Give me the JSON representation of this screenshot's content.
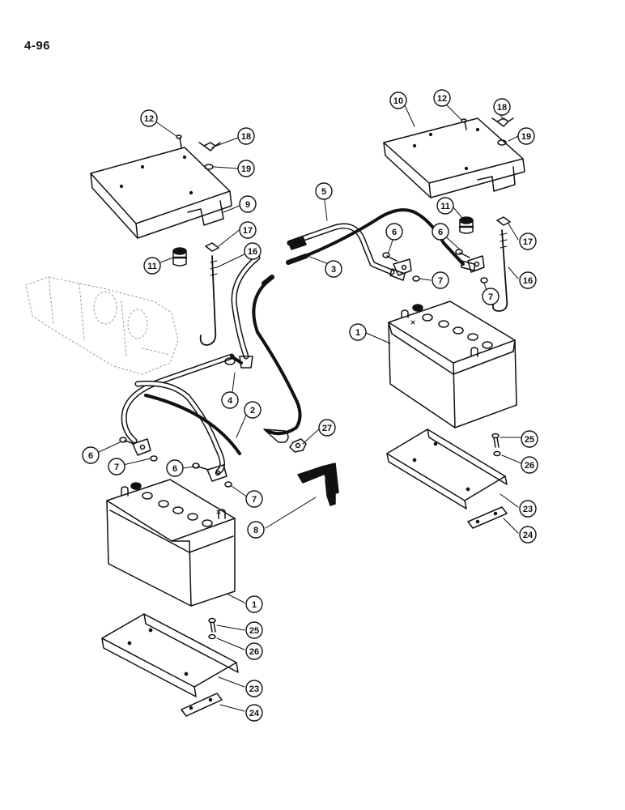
{
  "page": {
    "number": "4-96"
  },
  "callouts": [
    {
      "label": "10"
    },
    {
      "label": "12"
    },
    {
      "label": "18"
    },
    {
      "label": "19"
    },
    {
      "label": "12"
    },
    {
      "label": "18"
    },
    {
      "label": "19"
    },
    {
      "label": "9"
    },
    {
      "label": "5"
    },
    {
      "label": "11"
    },
    {
      "label": "17"
    },
    {
      "label": "17"
    },
    {
      "label": "11"
    },
    {
      "label": "16"
    },
    {
      "label": "6"
    },
    {
      "label": "6"
    },
    {
      "label": "3"
    },
    {
      "label": "7"
    },
    {
      "label": "7"
    },
    {
      "label": "16"
    },
    {
      "label": "1"
    },
    {
      "label": "4"
    },
    {
      "label": "2"
    },
    {
      "label": "27"
    },
    {
      "label": "25"
    },
    {
      "label": "26"
    },
    {
      "label": "6"
    },
    {
      "label": "7"
    },
    {
      "label": "6"
    },
    {
      "label": "7"
    },
    {
      "label": "23"
    },
    {
      "label": "24"
    },
    {
      "label": "8"
    },
    {
      "label": "1"
    },
    {
      "label": "25"
    },
    {
      "label": "26"
    },
    {
      "label": "23"
    },
    {
      "label": "24"
    }
  ],
  "colors": {
    "ink": "#111111",
    "paper": "#ffffff"
  }
}
